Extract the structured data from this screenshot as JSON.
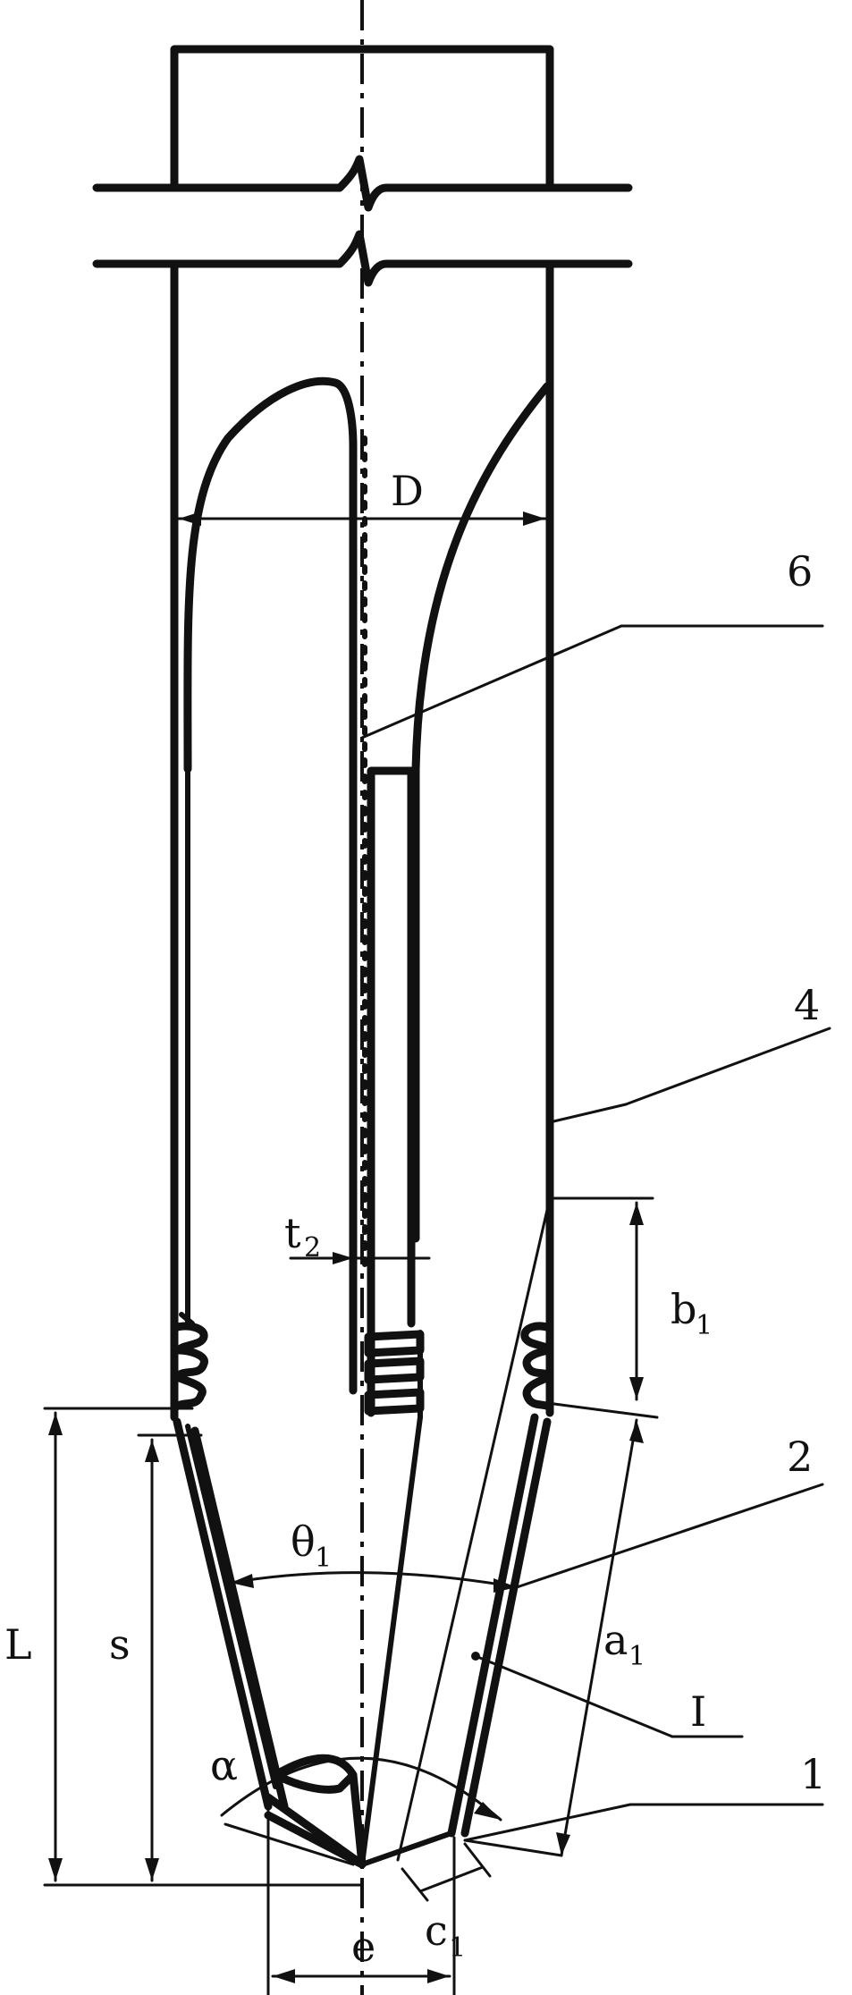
{
  "labels": {
    "D": "D",
    "six": "6",
    "four": "4",
    "t2": "t",
    "t2_sub": "2",
    "b1": "b",
    "b1_sub": "1",
    "two": "2",
    "theta1": "θ",
    "theta1_sub": "1",
    "a1": "a",
    "a1_sub": "1",
    "roman_one": "I",
    "one": "1",
    "L": "L",
    "s": "s",
    "alpha": "α",
    "c1": "c",
    "c1_sub": "1",
    "e": "e"
  }
}
